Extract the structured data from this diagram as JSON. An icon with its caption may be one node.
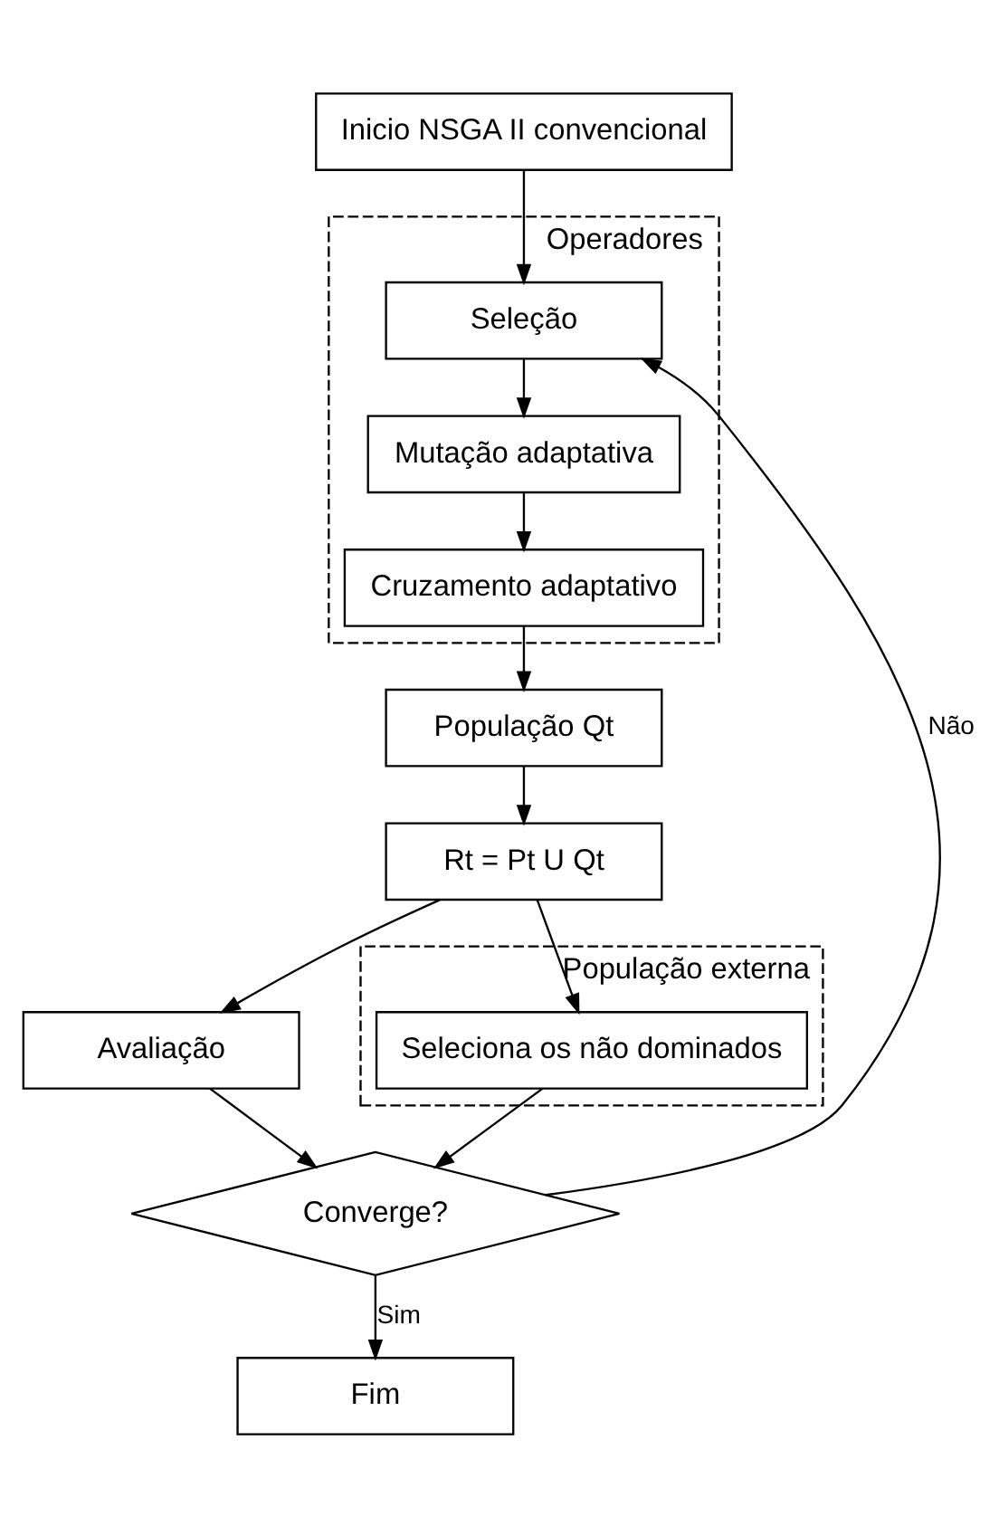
{
  "diagram": {
    "nodes": [
      {
        "text": [
          "Inicio NSGA II convencional"
        ]
      },
      {
        "text": [
          "Operadores"
        ]
      },
      {
        "text": [
          "Seleção"
        ],
        "in": 1
      },
      {
        "text": [
          "Mutação adaptativa"
        ],
        "in": 1
      },
      {
        "text": [
          "Cruzamento adaptativo"
        ],
        "in": 1
      },
      {
        "text": [
          "População Qt"
        ]
      },
      {
        "text": [
          "Rt = Pt U Qt"
        ]
      },
      {
        "text": [
          "População externa"
        ]
      },
      {
        "text": [
          "Seleciona os não dominados"
        ],
        "in": 7
      },
      {
        "text": [
          "Avaliação"
        ]
      },
      {
        "text": [
          "Converge?"
        ]
      },
      {
        "text": [
          "Fim"
        ]
      }
    ],
    "edges": [
      {
        "from": 0,
        "to": 2,
        "arrow": "to"
      },
      {
        "from": 2,
        "to": 3,
        "arrow": "to"
      },
      {
        "from": 3,
        "to": 4,
        "arrow": "to"
      },
      {
        "from": 4,
        "to": 5,
        "arrow": "to"
      },
      {
        "from": 5,
        "to": 6,
        "arrow": "to"
      },
      {
        "from": 6,
        "to": 8,
        "arrow": "to"
      },
      {
        "from": 6,
        "to": 9,
        "arrow": "to"
      },
      {
        "from": 9,
        "to": 10,
        "arrow": "to"
      },
      {
        "from": 8,
        "to": 10,
        "arrow": "to"
      },
      {
        "from": 10,
        "to": 2,
        "arrow": "to",
        "label": "Não"
      },
      {
        "from": 10,
        "to": 11,
        "arrow": "to",
        "label": "Sim"
      }
    ]
  }
}
